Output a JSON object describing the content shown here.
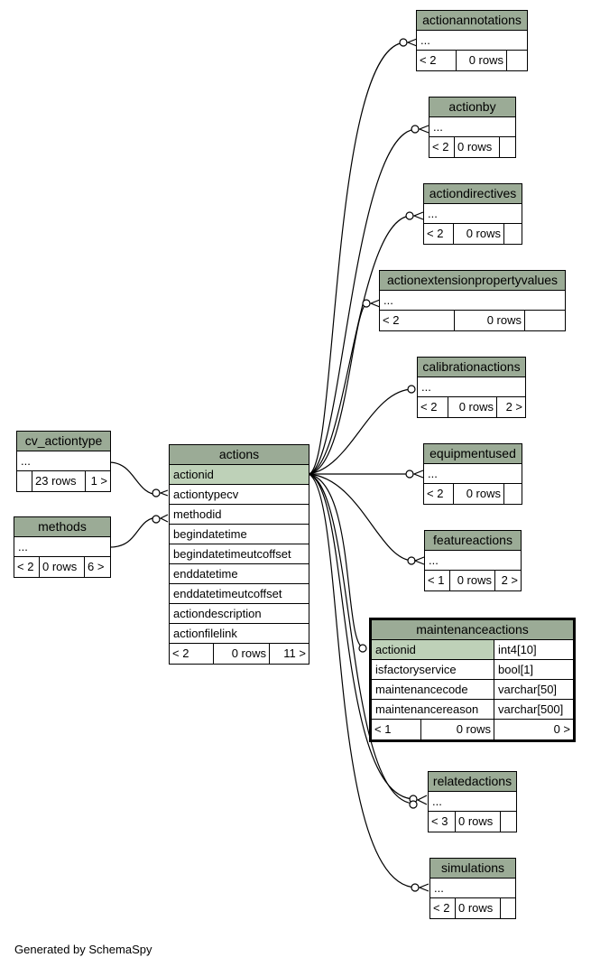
{
  "footer": "Generated by SchemaSpy",
  "actions": {
    "title": "actions",
    "columns": [
      "actionid",
      "actiontypecv",
      "methodid",
      "begindatetime",
      "begindatetimeutcoffset",
      "enddatetime",
      "enddatetimeutcoffset",
      "actiondescription",
      "actionfilelink"
    ],
    "foot": [
      "< 2",
      "0 rows",
      "11 >"
    ]
  },
  "cv_actiontype": {
    "title": "cv_actiontype",
    "ellipsis": "...",
    "foot": [
      "",
      "23 rows",
      "1 >"
    ]
  },
  "methods": {
    "title": "methods",
    "ellipsis": "...",
    "foot": [
      "< 2",
      "0 rows",
      "6 >"
    ]
  },
  "actionannotations": {
    "title": "actionannotations",
    "ellipsis": "...",
    "foot": [
      "< 2",
      "0 rows",
      ""
    ]
  },
  "actionby": {
    "title": "actionby",
    "ellipsis": "...",
    "foot": [
      "< 2",
      "0 rows",
      ""
    ]
  },
  "actiondirectives": {
    "title": "actiondirectives",
    "ellipsis": "...",
    "foot": [
      "< 2",
      "0 rows",
      ""
    ]
  },
  "actionextensionpropertyvalues": {
    "title": "actionextensionpropertyvalues",
    "ellipsis": "...",
    "foot": [
      "< 2",
      "0 rows",
      ""
    ]
  },
  "calibrationactions": {
    "title": "calibrationactions",
    "ellipsis": "...",
    "foot": [
      "< 2",
      "0 rows",
      "2 >"
    ]
  },
  "equipmentused": {
    "title": "equipmentused",
    "ellipsis": "...",
    "foot": [
      "< 2",
      "0 rows",
      ""
    ]
  },
  "featureactions": {
    "title": "featureactions",
    "ellipsis": "...",
    "foot": [
      "< 1",
      "0 rows",
      "2 >"
    ]
  },
  "maintenanceactions": {
    "title": "maintenanceactions",
    "columns": [
      {
        "name": "actionid",
        "type": "int4[10]"
      },
      {
        "name": "isfactoryservice",
        "type": "bool[1]"
      },
      {
        "name": "maintenancecode",
        "type": "varchar[50]"
      },
      {
        "name": "maintenancereason",
        "type": "varchar[500]"
      }
    ],
    "foot": [
      "< 1",
      "0 rows",
      "0 >"
    ]
  },
  "relatedactions": {
    "title": "relatedactions",
    "ellipsis": "...",
    "foot": [
      "< 3",
      "0 rows",
      ""
    ]
  },
  "simulations": {
    "title": "simulations",
    "ellipsis": "...",
    "foot": [
      "< 2",
      "0 rows",
      ""
    ]
  }
}
